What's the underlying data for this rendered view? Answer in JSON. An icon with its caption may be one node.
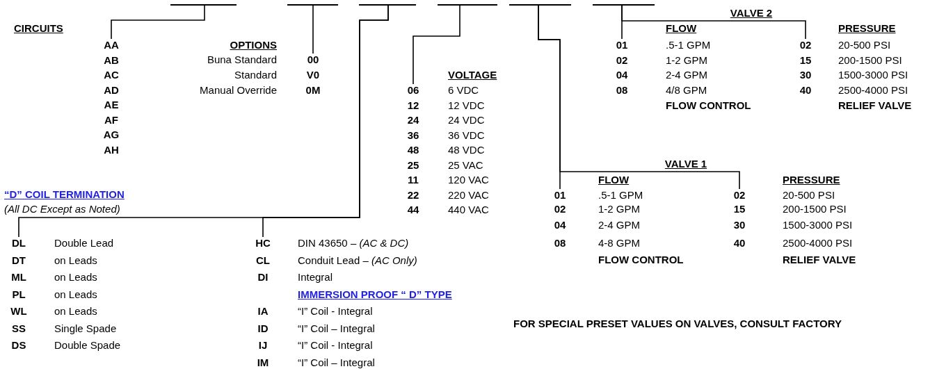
{
  "diagram": {
    "nodes": [
      {
        "text": [],
        "shape": "bar"
      },
      {
        "text": [],
        "shape": "bar"
      },
      {
        "text": [],
        "shape": "bar"
      },
      {
        "text": [],
        "shape": "bar"
      },
      {
        "text": [],
        "shape": "bar"
      },
      {
        "text": [],
        "shape": "bar"
      },
      {
        "text": [
          "AA",
          "AB",
          "AC",
          "AD",
          "AE",
          "AF",
          "AG",
          "AH"
        ]
      },
      {
        "text": [
          "00",
          "V0",
          "0M"
        ]
      },
      {
        "text": [
          "DL",
          "DT",
          "ML",
          "PL",
          "WL",
          "SS",
          "DS"
        ]
      },
      {
        "text": [
          "HC",
          "CL",
          "DI",
          "IA",
          "ID",
          "IJ",
          "IM"
        ]
      },
      {
        "text": [
          "06",
          "12",
          "24",
          "36",
          "48",
          "25",
          "11",
          "22",
          "44"
        ]
      },
      {
        "text": [
          "01",
          "02",
          "04",
          "08"
        ]
      },
      {
        "text": [
          "02",
          "15",
          "30",
          "40"
        ]
      },
      {
        "text": [
          "01",
          "02",
          "04",
          "08"
        ]
      },
      {
        "text": [
          "02",
          "15",
          "30",
          "40"
        ]
      }
    ],
    "edges": [
      {
        "from": 0,
        "to": 6,
        "arrow": "none"
      },
      {
        "from": 1,
        "to": 7,
        "arrow": "none"
      },
      {
        "from": 2,
        "to": 8,
        "arrow": "none"
      },
      {
        "from": 2,
        "to": 9,
        "arrow": "none"
      },
      {
        "from": 3,
        "to": 10,
        "arrow": "none"
      },
      {
        "from": 4,
        "to": 11,
        "arrow": "none"
      },
      {
        "from": 4,
        "to": 12,
        "arrow": "none"
      },
      {
        "from": 5,
        "to": 13,
        "arrow": "none"
      },
      {
        "from": 5,
        "to": 14,
        "arrow": "none"
      }
    ],
    "labels": [
      "CIRCUITS",
      "OPTIONS",
      "Buna Standard",
      "Standard",
      "Manual Override",
      "VOLTAGE",
      "6 VDC",
      "12 VDC",
      "24 VDC",
      "36 VDC",
      "48 VDC",
      "25 VAC",
      "120 VAC",
      "220 VAC",
      "440 VAC",
      "VALVE 2",
      "FLOW",
      ".5-1 GPM",
      "1-2 GPM",
      "2-4 GPM",
      "4/8 GPM",
      "FLOW CONTROL",
      "PRESSURE",
      "20-500 PSI",
      "200-1500 PSI",
      "1500-3000 PSI",
      "2500-4000 PSI",
      "RELIEF VALVE",
      "“D” COIL TERMINATION",
      "(All DC Except as Noted)",
      "Double Lead",
      "on Leads",
      "on Leads",
      "on Leads",
      "on Leads",
      "Single Spade",
      "Double Spade",
      "DIN 43650 – *(AC & DC)*",
      "Conduit Lead – *(AC Only)*",
      "Integral",
      "IMMERSION PROOF “ D” TYPE",
      "“I” Coil - Integral",
      "“I” Coil – Integral",
      "“I” Coil - Integral",
      "“I” Coil – Integral",
      "VALVE 1",
      "FLOW",
      ".5-1 GPM",
      "1-2 GPM",
      "2-4 GPM",
      "4-8 GPM",
      "FLOW CONTROL",
      "PRESSURE",
      "20-500 PSI",
      "200-1500 PSI",
      "1500-3000 PSI",
      "2500-4000 PSI",
      "RELIEF VALVE",
      "FOR SPECIAL PRESET VALUES ON VALVES, CONSULT FACTORY"
    ]
  }
}
